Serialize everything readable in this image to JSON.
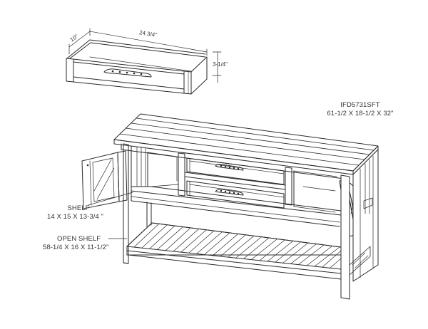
{
  "product": {
    "model": "IFD5731SFT",
    "overall_dimensions": "61-1/2 X 18-1/2 X 32\""
  },
  "drawer_detail": {
    "width_label": "24 3/4\"",
    "depth_label": "10\"",
    "height_label": "3-1/4\""
  },
  "callouts": {
    "shelf": {
      "title": "SHELF",
      "dimensions": "14 X 15 X 13-3/4 \""
    },
    "open_shelf": {
      "title": "OPEN SHELF",
      "dimensions": "58-1/4 X 16 X 11-1/2\""
    }
  },
  "colors": {
    "line": "#2a2a2a",
    "background": "#ffffff",
    "text": "#333333"
  }
}
